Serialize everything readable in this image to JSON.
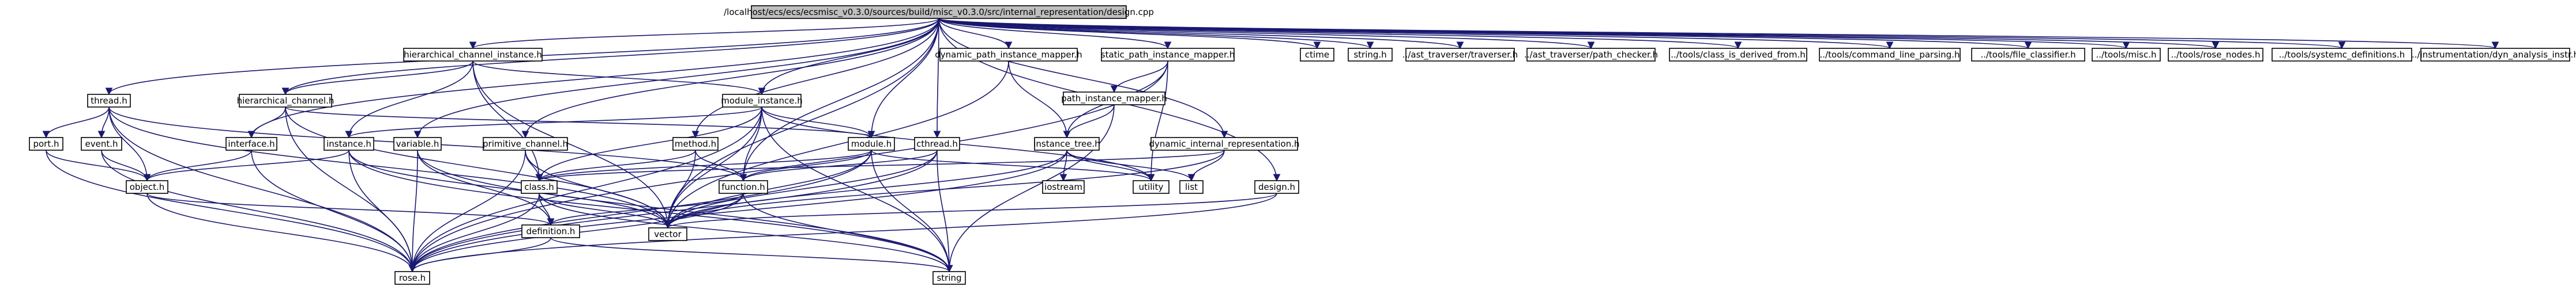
{
  "diagram": {
    "type": "include-dependency-graph",
    "edge_color": "#191970",
    "root_fill": "#bfbfbf",
    "nodes": {
      "root": "/localhost/ecs/ecs/ecsmisc_v0.3.0/sources/build/misc_v0.3.0/src/internal_representation/design.cpp",
      "thread_h": "thread.h",
      "hier_chan_inst_h": "hierarchical_channel_instance.h",
      "hier_chan_h": "hierarchical_channel.h",
      "interface_h": "interface.h",
      "variable_h": "variable.h",
      "prim_chan_h": "primitive_channel.h",
      "module_inst_h": "module_instance.h",
      "method_h": "method.h",
      "module_h": "module.h",
      "cthread_h": "cthread.h",
      "dyn_path_mapper_h": "dynamic_path_instance_mapper.h",
      "static_path_mapper_h": "static_path_instance_mapper.h",
      "path_mapper_h": "path_instance_mapper.h",
      "instance_tree_h": "instance_tree.h",
      "dyn_internal_rep_h": "dynamic_internal_representation.h",
      "design_h": "design.h",
      "port_h": "port.h",
      "event_h": "event.h",
      "instance_h": "instance.h",
      "object_h": "object.h",
      "class_h": "class.h",
      "function_h": "function.h",
      "definition_h": "definition.h",
      "vector": "vector",
      "rose_h": "rose.h",
      "string": "string",
      "iostream": "iostream",
      "utility": "utility",
      "list": "list",
      "ctime": "ctime",
      "string_h": "string.h",
      "ast_traverser": "../ast_traverser/traverser.h",
      "ast_path_checker": "../ast_traverser/path_checker.h",
      "tools_class_derived": "../tools/class_is_derived_from.h",
      "tools_cmdline": "../tools/command_line_parsing.h",
      "tools_file_classifier": "../tools/file_classifier.h",
      "tools_misc": "../tools/misc.h",
      "tools_rose_nodes": "../tools/rose_nodes.h",
      "tools_systemc_defs": "../tools/systemc_definitions.h",
      "instr_dyn": "../instrumentation/dyn_analysis_instr.h"
    }
  }
}
